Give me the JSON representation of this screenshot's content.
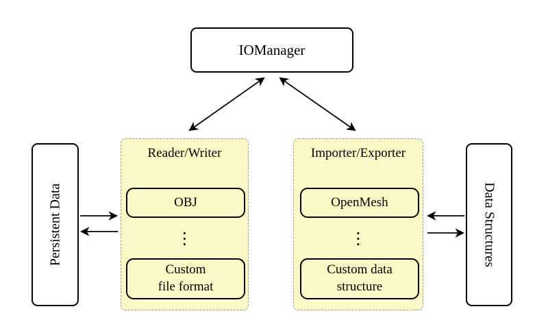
{
  "colors": {
    "background": "#ffffff",
    "container_fill": "#fbf8c6",
    "container_border": "#999999",
    "node_border": "#000000",
    "arrow": "#000000"
  },
  "io_manager": {
    "label": "IOManager"
  },
  "persistent_data": {
    "label": "Persistent Data"
  },
  "data_structures": {
    "label": "Data Structures"
  },
  "reader_writer": {
    "title": "Reader/Writer",
    "item_top": "OBJ",
    "ellipsis": "⋮",
    "item_bottom_line1": "Custom",
    "item_bottom_line2": "file format"
  },
  "importer_exporter": {
    "title": "Importer/Exporter",
    "item_top": "OpenMesh",
    "ellipsis": "⋮",
    "item_bottom_line1": "Custom data",
    "item_bottom_line2": "structure"
  }
}
